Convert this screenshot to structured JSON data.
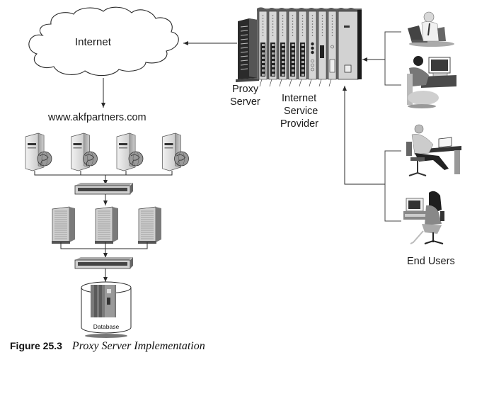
{
  "diagram": {
    "internet_label": "Internet",
    "website_label": "www.akfpartners.com",
    "proxy_label_line1": "Proxy",
    "proxy_label_line2": "Server",
    "isp_label_line1": "Internet",
    "isp_label_line2": "Service",
    "isp_label_line3": "Provider",
    "end_users_label": "End Users",
    "database_label": "Database",
    "web_server_count": 4,
    "app_server_count": 3,
    "end_user_count": 4,
    "colors": {
      "line": "#2a2a2a",
      "device_light": "#d9d9d9",
      "device_mid": "#9a9a9a",
      "device_dark": "#3a3a3a"
    }
  },
  "caption": {
    "figure_number": "Figure 25.3",
    "figure_title": "Proxy Server Implementation"
  }
}
